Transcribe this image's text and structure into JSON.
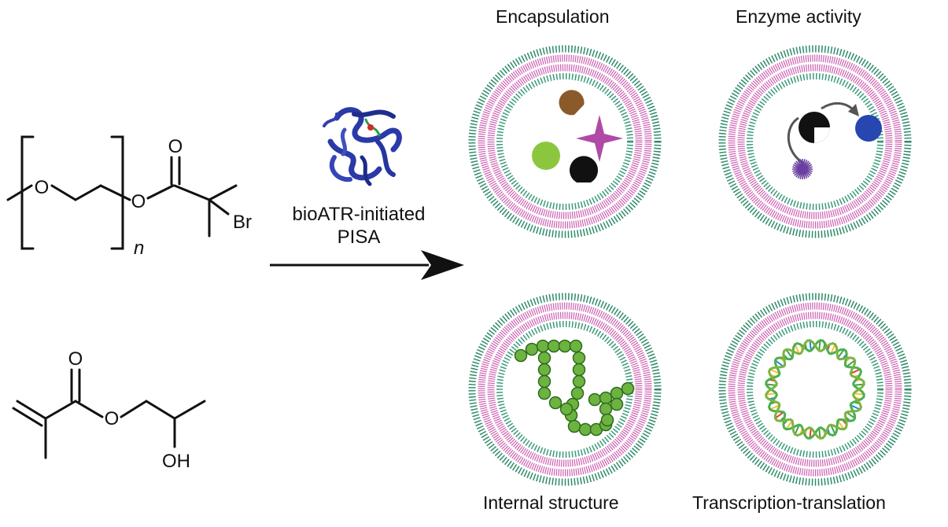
{
  "chem": {
    "oxygen": "O",
    "bromine": "Br",
    "repeat_index": "n",
    "hydroxyl": "OH"
  },
  "reaction": {
    "line1": "bioATR-initiated",
    "line2": "PISA"
  },
  "panels": {
    "encapsulation": "Encapsulation",
    "enzyme_activity": "Enzyme activity",
    "internal_structure": "Internal structure",
    "transcription_translation": "Transcription-translation"
  },
  "colors": {
    "outer_brush": "#2e8b6a",
    "membrane": "#cc5fb0",
    "inner_brush": "#3a9a7a",
    "protein": "#2a3aa8",
    "green_cargo": "#8cc63f",
    "brown_cargo": "#8b5a2b",
    "magenta_star": "#b04aa6",
    "blue_product": "#2746b0",
    "purple_substrate": "#6a3fa0",
    "bead_green": "#6db33f"
  }
}
